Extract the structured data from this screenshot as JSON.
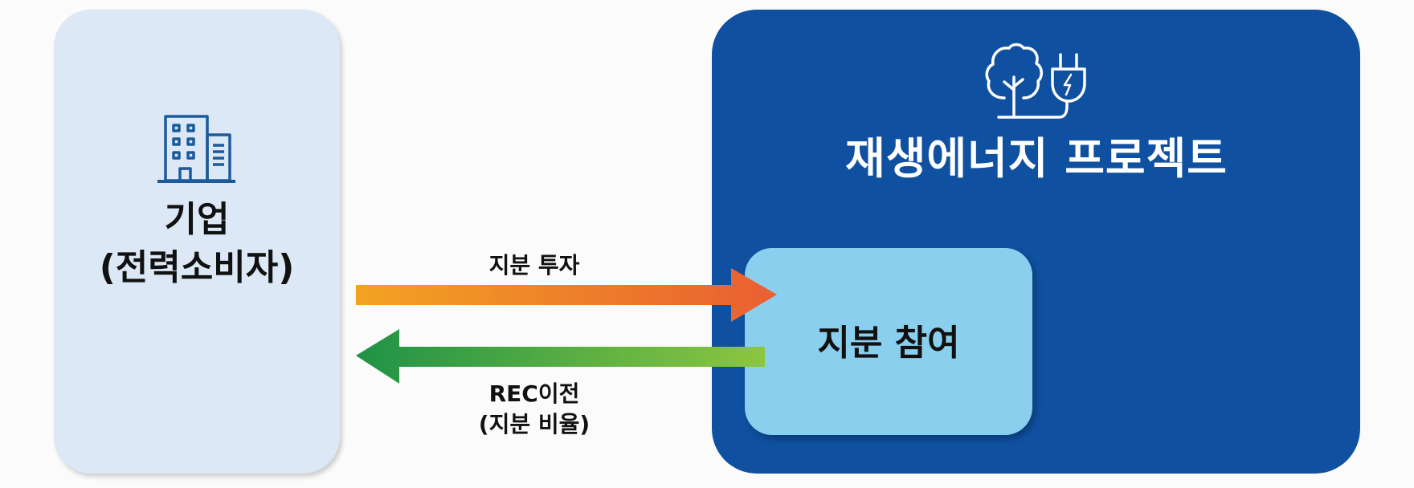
{
  "consumer": {
    "icon": "building-icon",
    "title_line1": "기업",
    "title_line2": "(전력소비자)"
  },
  "project": {
    "icon": "tree-plug-icon",
    "title": "재생에너지 프로젝트"
  },
  "equity": {
    "label": "지분 참여"
  },
  "flows": [
    {
      "direction": "consumer-to-project",
      "label": "지분 투자",
      "color_start": "#f3a322",
      "color_end": "#e95f32"
    },
    {
      "direction": "project-to-consumer",
      "label_line1": "REC이전",
      "label_line2": "(지분 비율)",
      "color_start": "#1f9247",
      "color_end": "#8cc63f"
    }
  ],
  "colors": {
    "consumer_bg": "#dce8f5",
    "project_bg": "#0f50a0",
    "equity_bg": "#8acfee",
    "icon_blue": "#1c5a9c"
  }
}
